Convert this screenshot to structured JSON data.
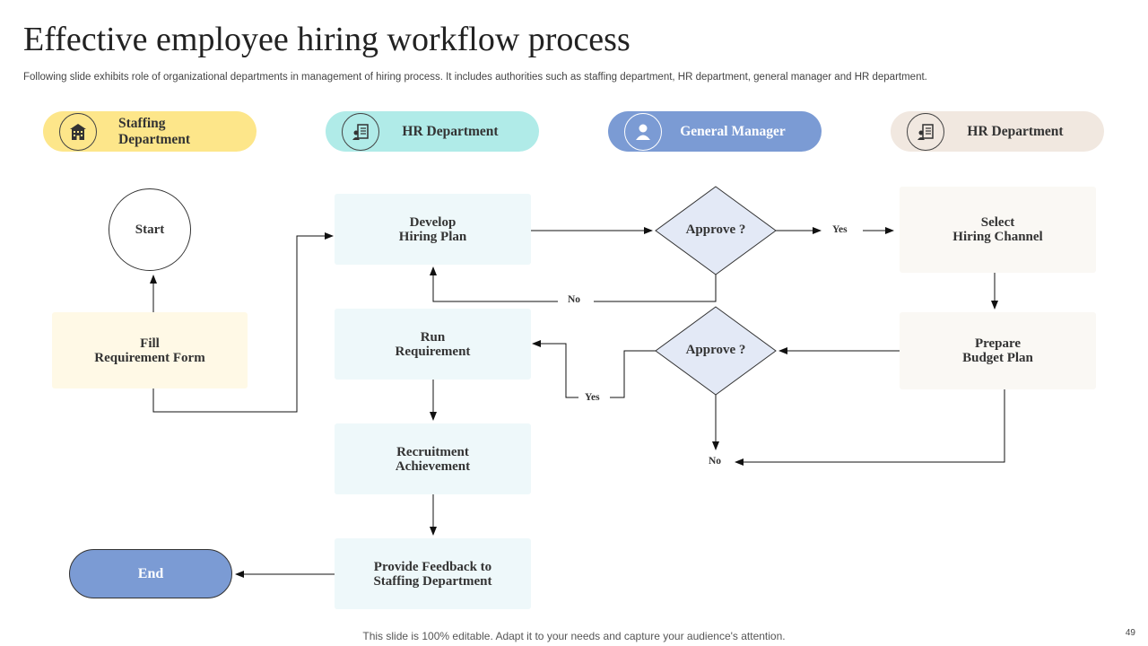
{
  "title": "Effective employee hiring workflow process",
  "subtitle": "Following slide exhibits role of organizational departments in management of hiring process. It includes authorities such as staffing department, HR department, general manager and HR department.",
  "colors": {
    "staffing": "#fde68a",
    "hr1": "#b0ebe8",
    "gm": "#7b9bd4",
    "hr2": "#f1e8e0",
    "teal_box": "#eef8fa",
    "cream_box": "#fff9e6",
    "beige_box": "#faf8f4",
    "diamond": "#e3e9f6"
  },
  "lanes": [
    {
      "label": "Staffing\nDepartment",
      "icon": "building-icon"
    },
    {
      "label": "HR Department",
      "icon": "clipboard-person-icon"
    },
    {
      "label": "General Manager",
      "icon": "user-icon"
    },
    {
      "label": "HR Department",
      "icon": "clipboard-person-icon"
    }
  ],
  "nodes": {
    "start": "Start",
    "fill_form": "Fill\nRequirement Form",
    "develop_plan": "Develop\nHiring Plan",
    "run_requirement": "Run\nRequirement",
    "recruitment_achievement": "Recruitment\nAchievement",
    "provide_feedback": "Provide Feedback to\nStaffing Department",
    "end": "End",
    "approve_1": "Approve ?",
    "approve_2": "Approve ?",
    "select_channel": "Select\nHiring Channel",
    "prepare_budget": "Prepare\nBudget Plan"
  },
  "edge_labels": {
    "yes_1": "Yes",
    "no_1": "No",
    "yes_2": "Yes",
    "no_2": "No"
  },
  "footer": "This slide is 100% editable. Adapt it to your needs and capture your audience's attention.",
  "page_number": "49"
}
